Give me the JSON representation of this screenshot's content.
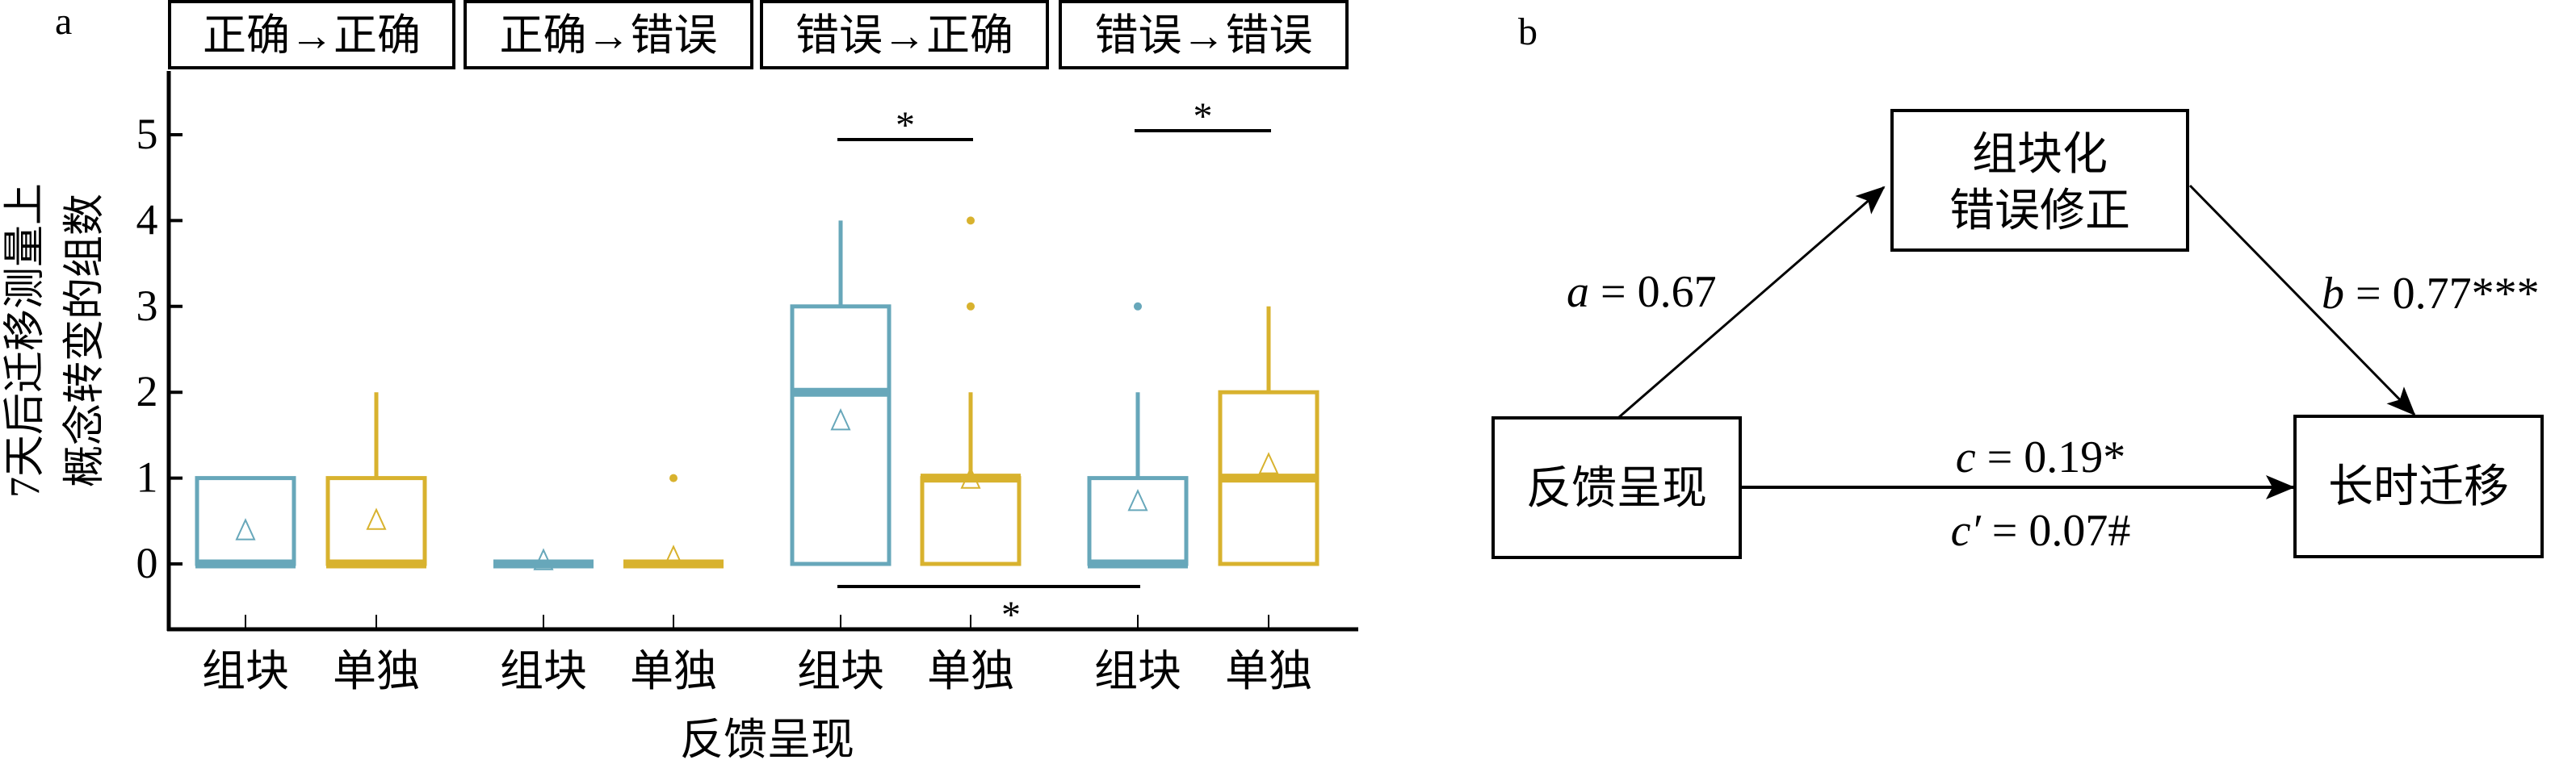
{
  "panel_a": {
    "label": "a",
    "chart_data": {
      "type": "boxplot",
      "title": "",
      "xlabel": "反馈呈现",
      "ylabel_lines": [
        "7天后迁移测量上",
        "概念转变的组数"
      ],
      "ylim": [
        -0.75,
        5.85
      ],
      "yticks": [
        0,
        1,
        2,
        3,
        4,
        5
      ],
      "grid": false,
      "colors": {
        "组块": "#67A7BA",
        "单独": "#D8B22E"
      },
      "facets": [
        {
          "header": "正确→正确",
          "boxes": [
            {
              "category": "组块",
              "min": 0,
              "q1": 0,
              "median": 0,
              "q3": 1,
              "max": 1,
              "mean": 0.38,
              "outliers": []
            },
            {
              "category": "单独",
              "min": 0,
              "q1": 0,
              "median": 0,
              "q3": 1,
              "max": 2,
              "mean": 0.5,
              "outliers": []
            }
          ]
        },
        {
          "header": "正确→错误",
          "boxes": [
            {
              "category": "组块",
              "min": 0,
              "q1": 0,
              "median": 0,
              "q3": 0,
              "max": 0,
              "mean": 0.03,
              "outliers": []
            },
            {
              "category": "单独",
              "min": 0,
              "q1": 0,
              "median": 0,
              "q3": 0,
              "max": 0,
              "mean": 0.07,
              "outliers": [
                1
              ]
            }
          ]
        },
        {
          "header": "错误→正确",
          "boxes": [
            {
              "category": "组块",
              "min": 0,
              "q1": 0,
              "median": 2,
              "q3": 3,
              "max": 4,
              "mean": 1.66,
              "outliers": []
            },
            {
              "category": "单独",
              "min": 0,
              "q1": 0,
              "median": 1,
              "q3": 1,
              "max": 2,
              "mean": 0.98,
              "outliers": [
                3,
                4
              ]
            }
          ]
        },
        {
          "header": "错误→错误",
          "boxes": [
            {
              "category": "组块",
              "min": 0,
              "q1": 0,
              "median": 0,
              "q3": 1,
              "max": 2,
              "mean": 0.72,
              "outliers": [
                3
              ]
            },
            {
              "category": "单独",
              "min": 0,
              "q1": 0,
              "median": 1,
              "q3": 2,
              "max": 3,
              "mean": 1.15,
              "outliers": []
            }
          ]
        }
      ],
      "significance": [
        {
          "from": [
            2,
            0
          ],
          "to": [
            2,
            1
          ],
          "label": "*",
          "position": "top"
        },
        {
          "from": [
            3,
            0
          ],
          "to": [
            3,
            1
          ],
          "label": "*",
          "position": "top"
        },
        {
          "from": [
            2,
            0
          ],
          "to": [
            3,
            0
          ],
          "label": "*",
          "position": "bottom"
        }
      ],
      "mean_marker": "triangle"
    }
  },
  "panel_b": {
    "label": "b",
    "nodes": {
      "mediator_lines": [
        "组块化",
        "错误修正"
      ],
      "predictor": "反馈呈现",
      "outcome": "长时迁移"
    },
    "paths": {
      "a": {
        "symbol": "a",
        "text": " = 0.67"
      },
      "b": {
        "symbol": "b",
        "text": " = 0.77***"
      },
      "c": {
        "symbol": "c",
        "text": " = 0.19*"
      },
      "c_prime": {
        "symbol": "c′",
        "text": " = 0.07#"
      }
    }
  }
}
